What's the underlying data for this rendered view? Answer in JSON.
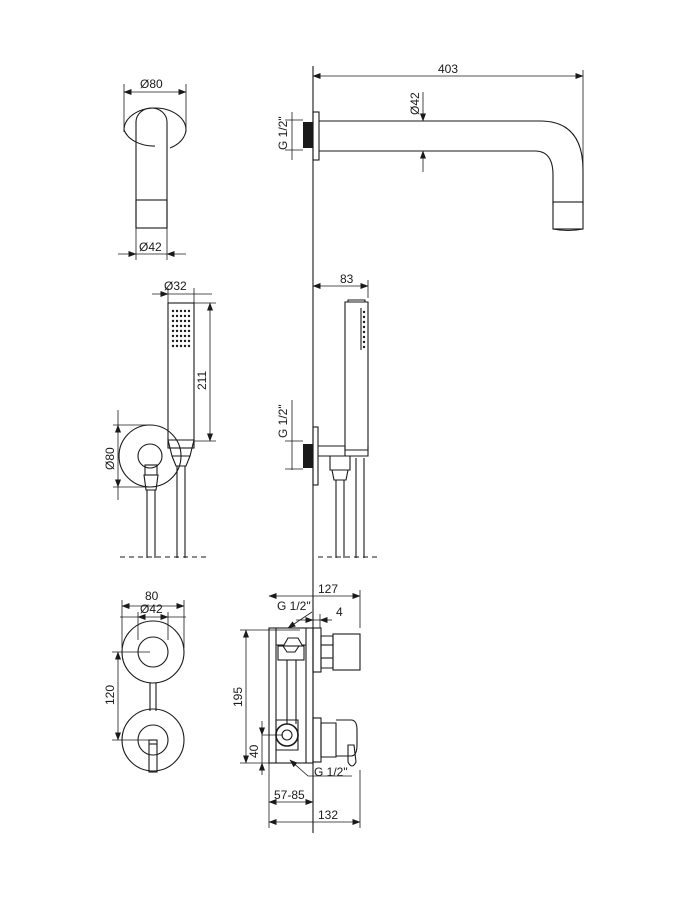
{
  "spout_top": {
    "diameter_outer": "Ø80",
    "diameter_inner": "Ø42"
  },
  "spout_side": {
    "length": "403",
    "diameter": "Ø42",
    "thread": "G 1/2\""
  },
  "hand_shower_front": {
    "diameter": "Ø32",
    "height": "211",
    "bracket_diameter": "Ø80"
  },
  "hand_shower_side": {
    "depth": "83",
    "thread": "G 1/2\""
  },
  "mixer_front": {
    "width": "80",
    "diameter": "Ø42",
    "spacing": "120"
  },
  "mixer_side": {
    "depth": "127",
    "thread_top": "G 1/2\"",
    "offset": "4",
    "height": "195",
    "lower": "40",
    "thread_bottom": "G 1/2\"",
    "install_depth": "57-85",
    "total_depth": "132"
  }
}
